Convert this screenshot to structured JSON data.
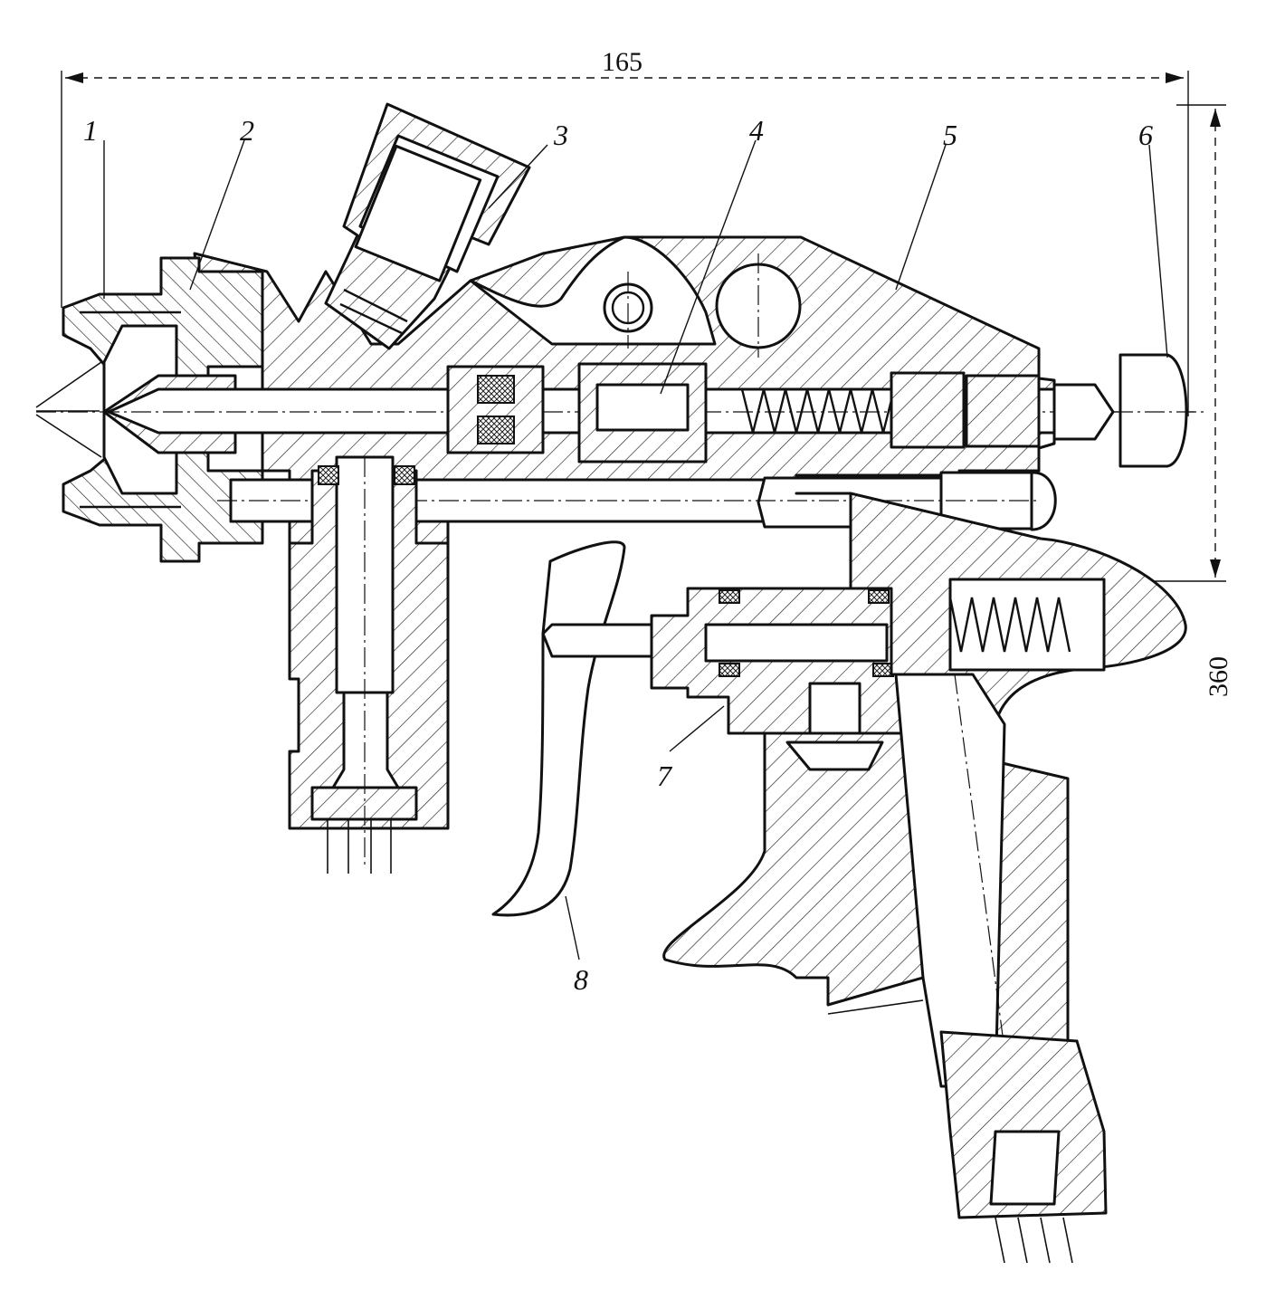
{
  "dimensions": {
    "width_label": "165",
    "height_label": "360"
  },
  "callouts": [
    {
      "id": "1",
      "text": "1"
    },
    {
      "id": "2",
      "text": "2"
    },
    {
      "id": "3",
      "text": "3"
    },
    {
      "id": "4",
      "text": "4"
    },
    {
      "id": "5",
      "text": "5"
    },
    {
      "id": "6",
      "text": "6"
    },
    {
      "id": "7",
      "text": "7"
    },
    {
      "id": "8",
      "text": "8"
    }
  ]
}
